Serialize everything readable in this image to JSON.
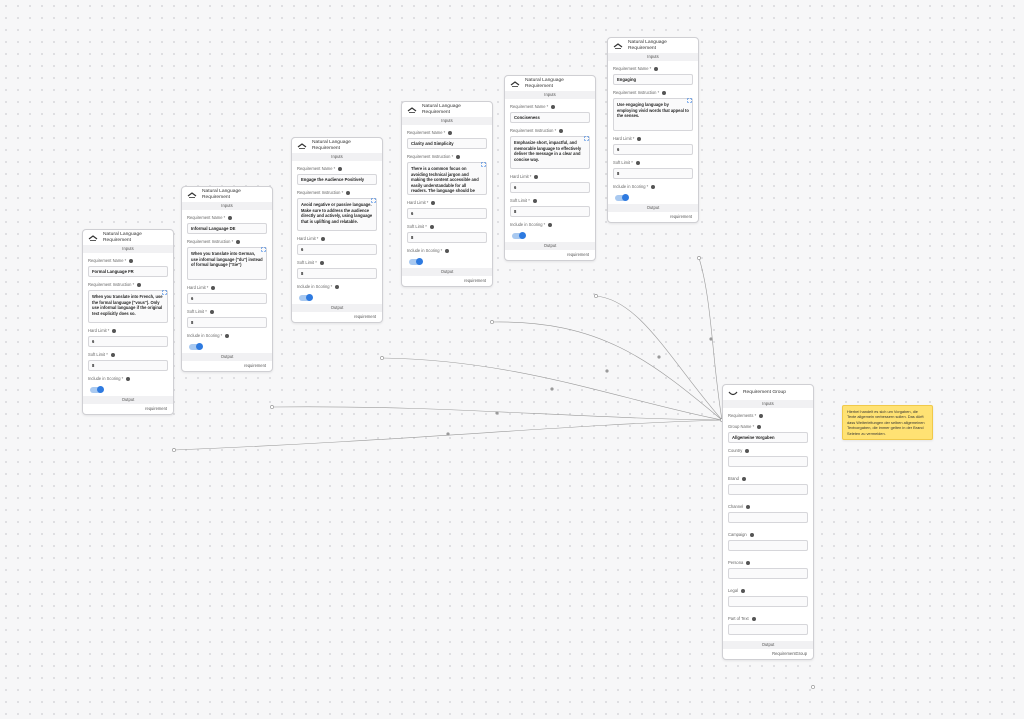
{
  "nodes": [
    {
      "title": "Natural Language Requirement",
      "inputs_label": "Inputs",
      "name_label": "Requirement Name *",
      "name_value": "Formal Language FR",
      "instruction_label": "Requirement Instruction *",
      "instruction_value": "When you translate into French, use the formal language (\"vous\"). Only use informal language if the original text explicitly does so.",
      "hard_label": "Hard Limit *",
      "hard_value": "6",
      "soft_label": "Soft Limit *",
      "soft_value": "8",
      "scoring_label": "Include in Scoring *",
      "output_label": "Output",
      "output_port": "requirement"
    },
    {
      "title": "Natural Language Requirement",
      "inputs_label": "Inputs",
      "name_label": "Requirement Name *",
      "name_value": "Informal Language DE",
      "instruction_label": "Requirement Instruction *",
      "instruction_value": "When you translate into German, use informal language (\"du\") instead of formal language (\"Sie\")",
      "hard_label": "Hard Limit *",
      "hard_value": "6",
      "soft_label": "Soft Limit *",
      "soft_value": "8",
      "scoring_label": "Include in Scoring *",
      "output_label": "Output",
      "output_port": "requirement"
    },
    {
      "title": "Natural Language Requirement",
      "inputs_label": "Inputs",
      "name_label": "Requirement Name *",
      "name_value": "Engage the Audience Positively",
      "instruction_label": "Requirement Instruction *",
      "instruction_value": "Avoid negative or passive language. Make sure to address the audience directly and actively, using language that is uplifting and relatable.",
      "hard_label": "Hard Limit *",
      "hard_value": "6",
      "soft_label": "Soft Limit *",
      "soft_value": "8",
      "scoring_label": "Include in Scoring *",
      "output_label": "Output",
      "output_port": "requirement"
    },
    {
      "title": "Natural Language Requirement",
      "inputs_label": "Inputs",
      "name_label": "Requirement Name *",
      "name_value": "Clarity and Simplicity",
      "instruction_label": "Requirement Instruction *",
      "instruction_value": "There is a common focus on avoiding technical jargon and making the content accessible and easily understandable for all readers. The language should be",
      "hard_label": "Hard Limit *",
      "hard_value": "6",
      "soft_label": "Soft Limit *",
      "soft_value": "8",
      "scoring_label": "Include in Scoring *",
      "output_label": "Output",
      "output_port": "requirement"
    },
    {
      "title": "Natural Language Requirement",
      "inputs_label": "Inputs",
      "name_label": "Requirement Name *",
      "name_value": "Conciseness",
      "instruction_label": "Requirement Instruction *",
      "instruction_value": "Emphasize short, impactful, and memorable language to effectively deliver the message in a clear and concise way.",
      "hard_label": "Hard Limit *",
      "hard_value": "6",
      "soft_label": "Soft Limit *",
      "soft_value": "8",
      "scoring_label": "Include in Scoring *",
      "output_label": "Output",
      "output_port": "requirement"
    },
    {
      "title": "Natural Language Requirement",
      "inputs_label": "Inputs",
      "name_label": "Requirement Name *",
      "name_value": "Engaging",
      "instruction_label": "Requirement Instruction *",
      "instruction_value": "Use engaging language by employing vivid words that appeal to the senses.",
      "hard_label": "Hard Limit *",
      "hard_value": "6",
      "soft_label": "Soft Limit *",
      "soft_value": "8",
      "scoring_label": "Include in Scoring *",
      "output_label": "Output",
      "output_port": "requirement"
    }
  ],
  "group": {
    "title": "Requirement Group",
    "inputs_label": "Inputs",
    "requirements_label": "Requirements *",
    "group_name_label": "Group Name *",
    "group_name_value": "Allgemeine Vorgaben",
    "fields": [
      "Country",
      "Brand",
      "Channel",
      "Campaign",
      "Persona",
      "Legal",
      "Part of Text"
    ],
    "output_label": "Output",
    "output_port": "RequirementGroup"
  },
  "note": {
    "text": "Hierbei handelt es sich um Vorgaben, die Texte allgemein verbessern sollen. Das dürft dass Weiterleitungen der selben allgemeinen Textvorgaben, die immer gelten in der Brand Seleten zu vermeiden."
  },
  "colors": {
    "toggle_on": "#2e7ae0",
    "wire": "#9a9a9a",
    "note_bg": "#ffe273"
  }
}
